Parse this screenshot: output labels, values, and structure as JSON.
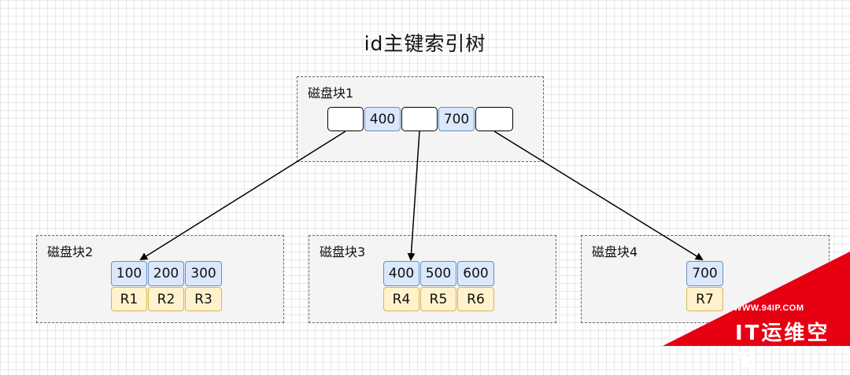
{
  "title": "id主键索引树",
  "blocks": [
    {
      "label": "磁盘块1",
      "keys": [
        "400",
        "700"
      ]
    },
    {
      "label": "磁盘块2",
      "keys": [
        "100",
        "200",
        "300"
      ],
      "rows": [
        "R1",
        "R2",
        "R3"
      ]
    },
    {
      "label": "磁盘块3",
      "keys": [
        "400",
        "500",
        "600"
      ],
      "rows": [
        "R4",
        "R5",
        "R6"
      ]
    },
    {
      "label": "磁盘块4",
      "keys": [
        "700"
      ],
      "rows": [
        "R7"
      ]
    }
  ],
  "watermark": {
    "url": "WWW.94IP.COM",
    "name": "IT运维空间",
    "color": "#e60012"
  },
  "colors": {
    "key_fill": "#dae8fc",
    "key_border": "#6c8ebf",
    "row_fill": "#fff2cc",
    "row_border": "#d6b656"
  }
}
